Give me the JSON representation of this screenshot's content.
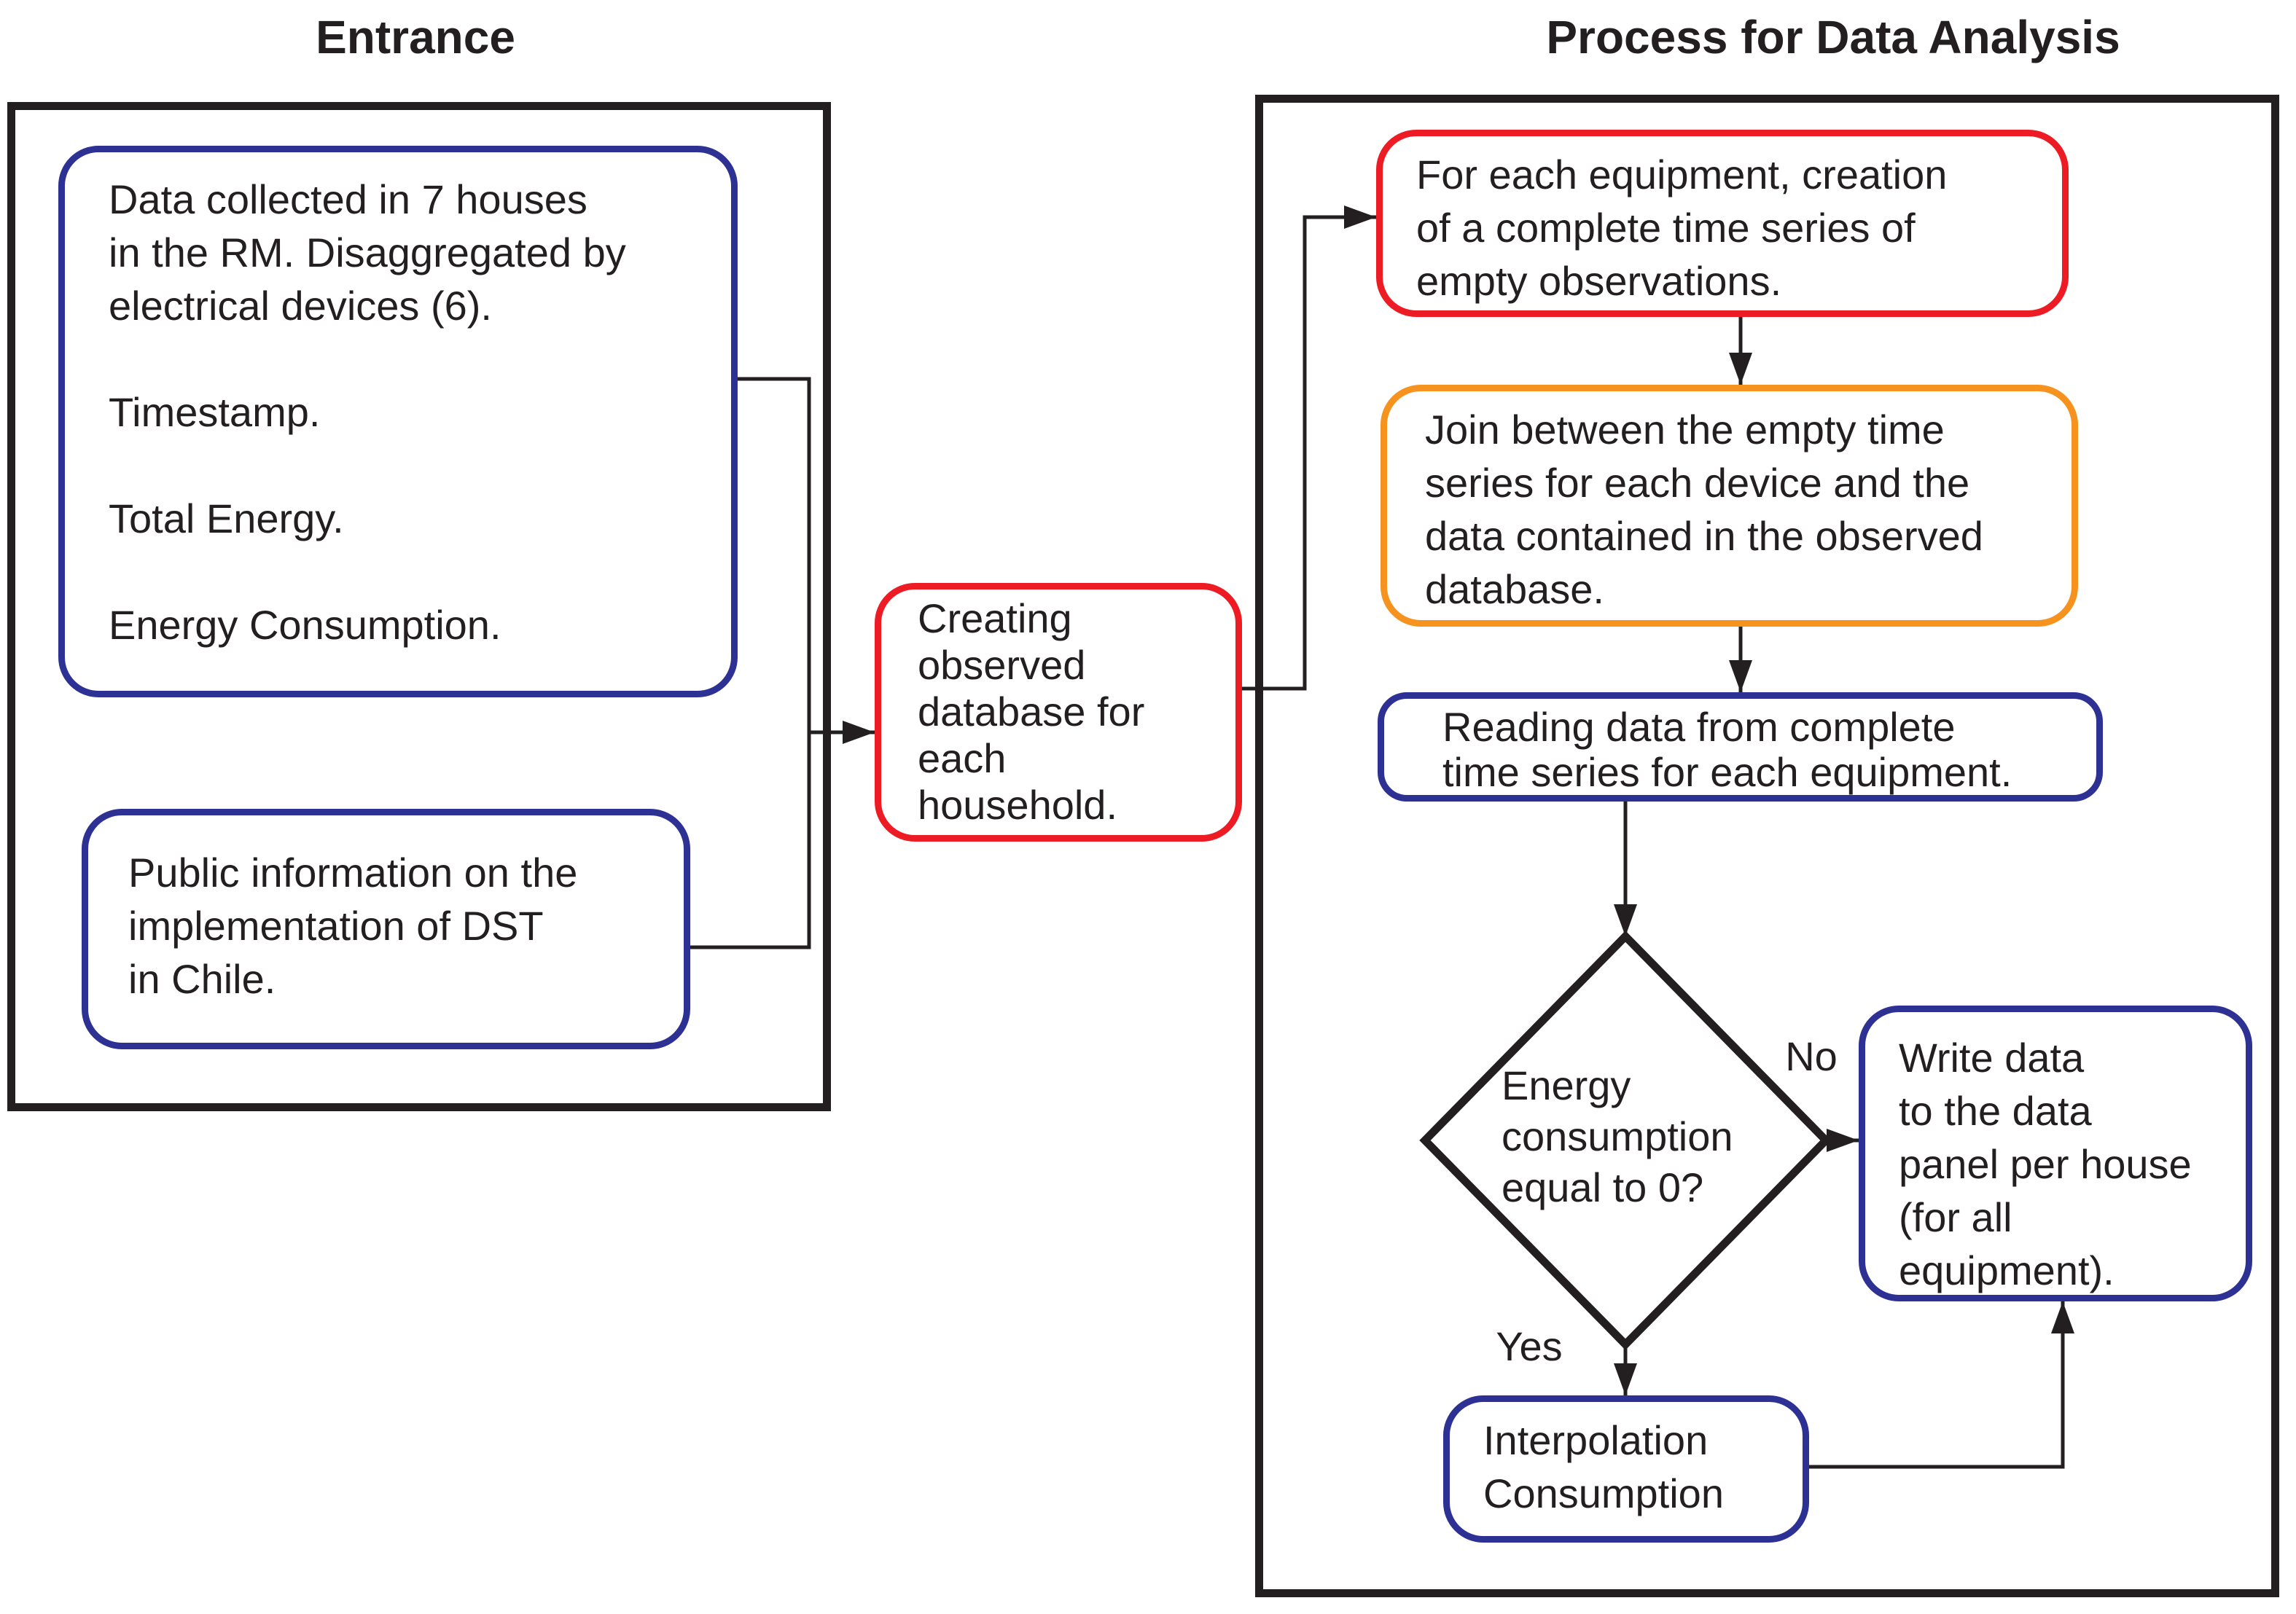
{
  "titles": {
    "entrance": "Entrance",
    "process": "Process for Data Analysis"
  },
  "entrance_panel": {
    "collected_box": "Data collected in 7 houses\nin the RM. Disaggregated by\nelectrical devices (6).\n\nTimestamp.\n\nTotal Energy.\n\nEnergy Consumption.",
    "public_info_box": "Public information on the\nimplementation of DST\nin Chile."
  },
  "middle": {
    "creating_box": "Creating\nobserved\ndatabase for\neach\nhousehold."
  },
  "process_panel": {
    "empty_series_box": "For each equipment, creation\nof a complete time series of\nempty observations.",
    "join_box": "Join between the empty time\nseries for each device and the\ndata contained in the observed\ndatabase.",
    "reading_box": "Reading data from complete\ntime series for each equipment.",
    "decision_diamond": "Energy\nconsumption\nequal to 0?",
    "no_label": "No",
    "yes_label": "Yes",
    "write_box": "Write data\nto the data\npanel per house\n(for all\nequipment).",
    "interpolation_box": "Interpolation\nConsumption"
  },
  "colors": {
    "blue": "#2d3193",
    "red": "#ed1c24",
    "orange": "#f6921e",
    "line": "#231f20",
    "text": "#231f20",
    "background": "#ffffff"
  }
}
